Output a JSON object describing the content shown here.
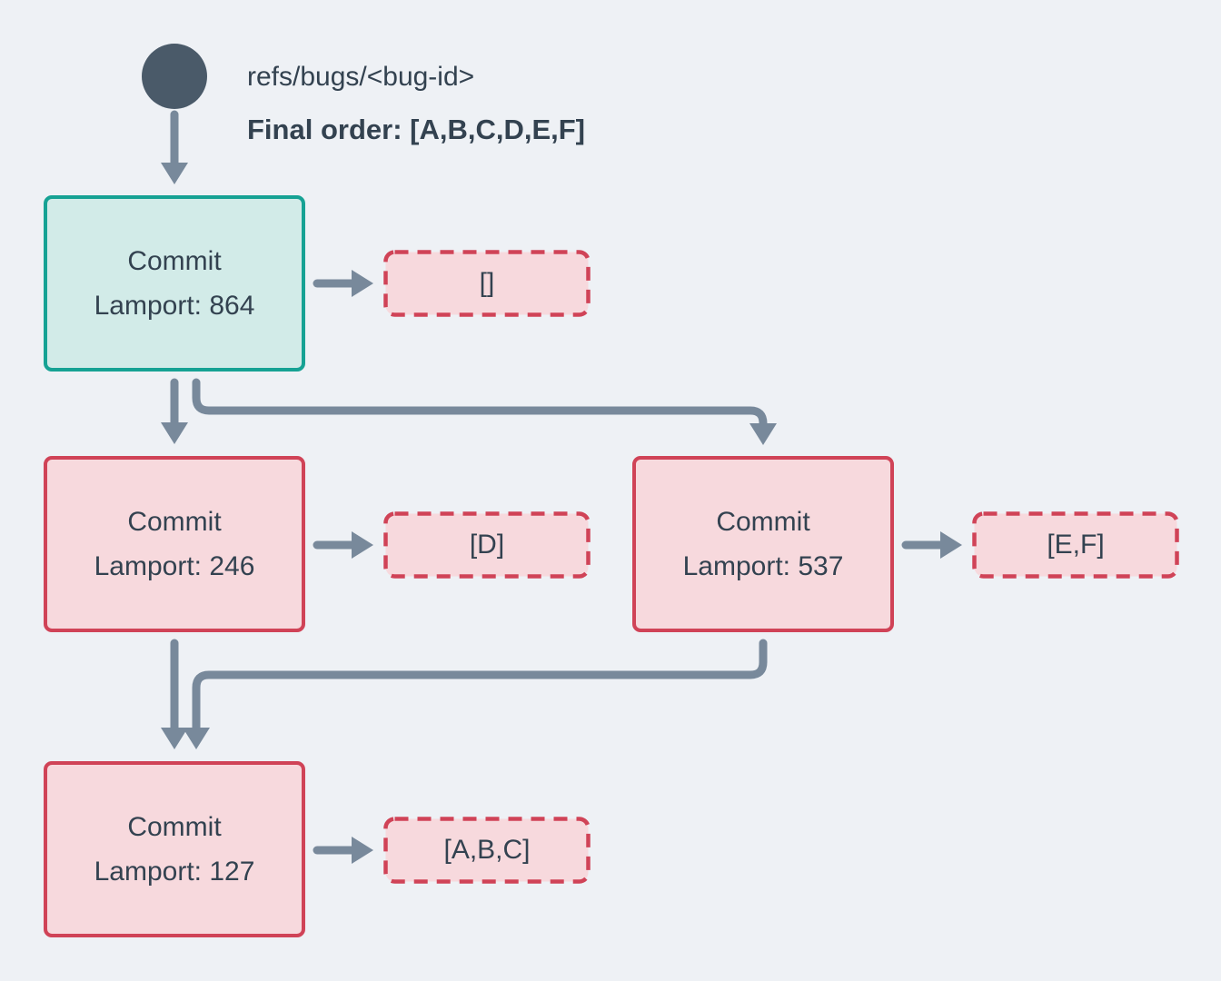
{
  "header": {
    "ref_name": "refs/bugs/<bug-id>",
    "final_order": "Final order: [A,B,C,D,E,F]"
  },
  "nodes": [
    {
      "title": "Commit",
      "subtitle": "Lamport: 864",
      "variant": "teal"
    },
    {
      "title": "Commit",
      "subtitle": "Lamport: 246",
      "variant": "pink"
    },
    {
      "title": "Commit",
      "subtitle": "Lamport: 537",
      "variant": "pink"
    },
    {
      "title": "Commit",
      "subtitle": "Lamport: 127",
      "variant": "pink"
    }
  ],
  "payloads": [
    {
      "label": "[]"
    },
    {
      "label": "[D]"
    },
    {
      "label": "[E,F]"
    },
    {
      "label": "[A,B,C]"
    }
  ],
  "colors": {
    "bg": "#eef1f5",
    "ink": "#334250",
    "slate": "#4a5a69",
    "arrow": "#78899b",
    "teal-border": "#16a294",
    "teal-fill": "#d2ebe8",
    "red-border": "#d04357",
    "red-fill": "#f7d9dd"
  }
}
